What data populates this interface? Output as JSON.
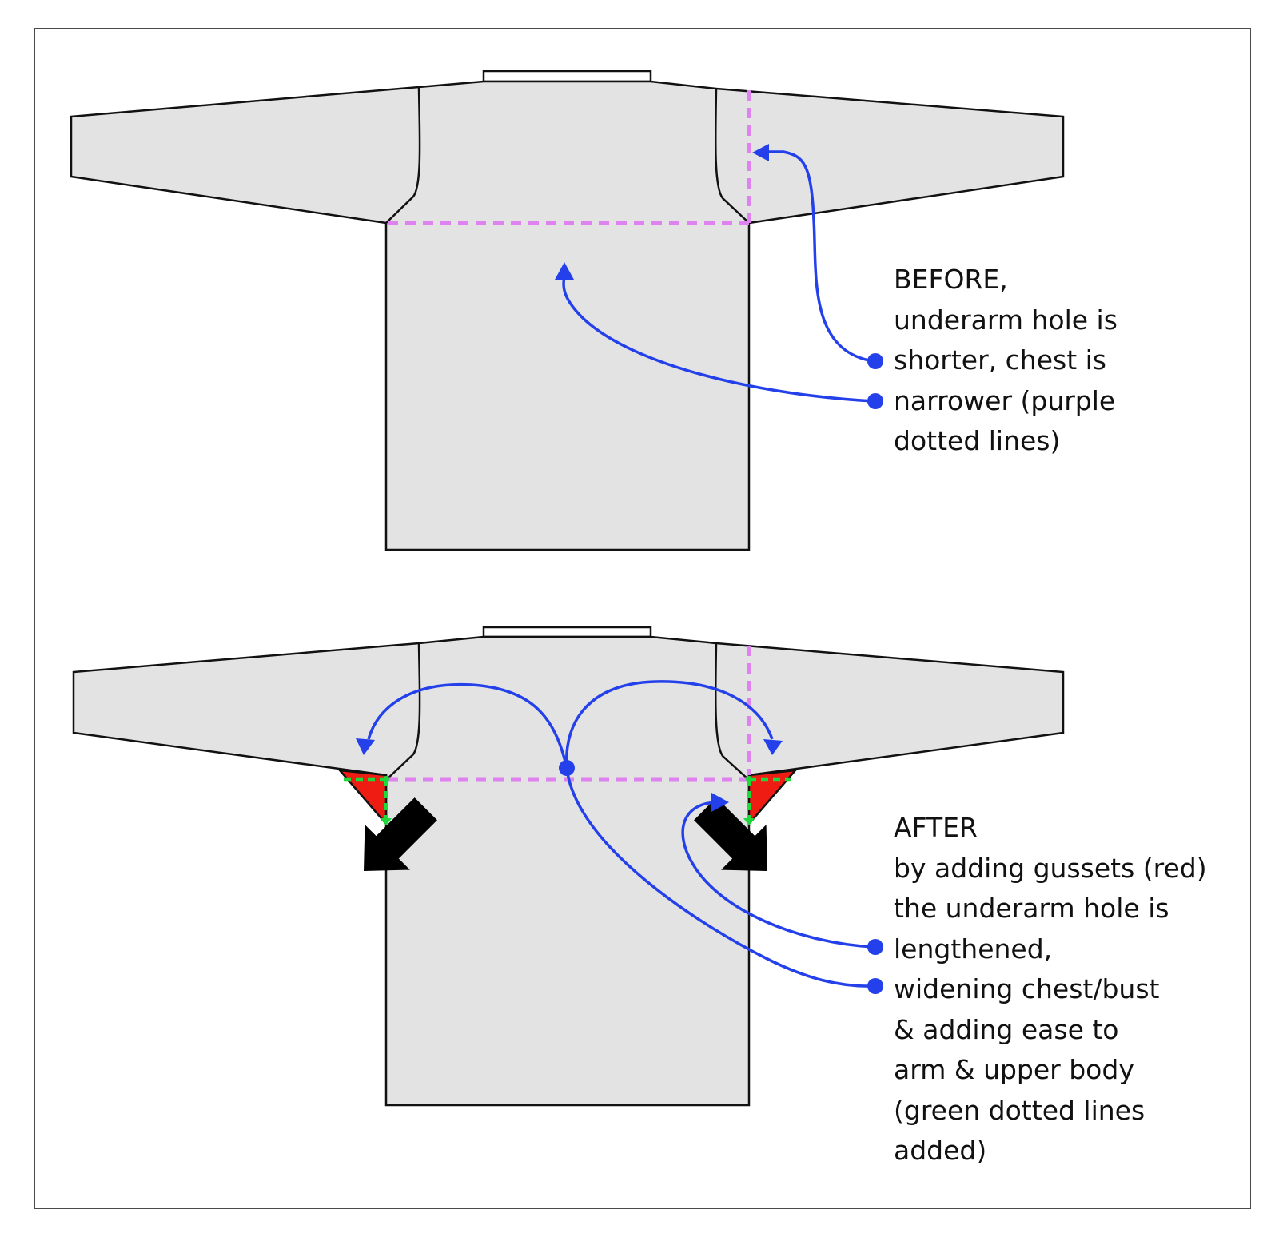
{
  "colors": {
    "garment_fill": "#e3e3e3",
    "outline": "#111111",
    "purple_dotted": "#dd82ee",
    "green_dotted": "#1ed93a",
    "gusset_red": "#ee1c12",
    "blue_arrow": "#2340ea",
    "pointer_arrow": "#000000"
  },
  "icons": {
    "pointer": "block-arrow-icon",
    "callout": "curved-arrow-icon",
    "leader_dot": "dot-icon"
  },
  "before": {
    "lines": [
      "BEFORE,",
      "underarm hole is",
      "shorter, chest is",
      "narrower (purple",
      "dotted lines)"
    ]
  },
  "after": {
    "lines": [
      "AFTER",
      "by adding gussets (red)",
      "the underarm hole is",
      "lengthened,",
      "widening chest/bust",
      "& adding ease to",
      "arm & upper body",
      "(green dotted lines",
      "added)"
    ]
  }
}
